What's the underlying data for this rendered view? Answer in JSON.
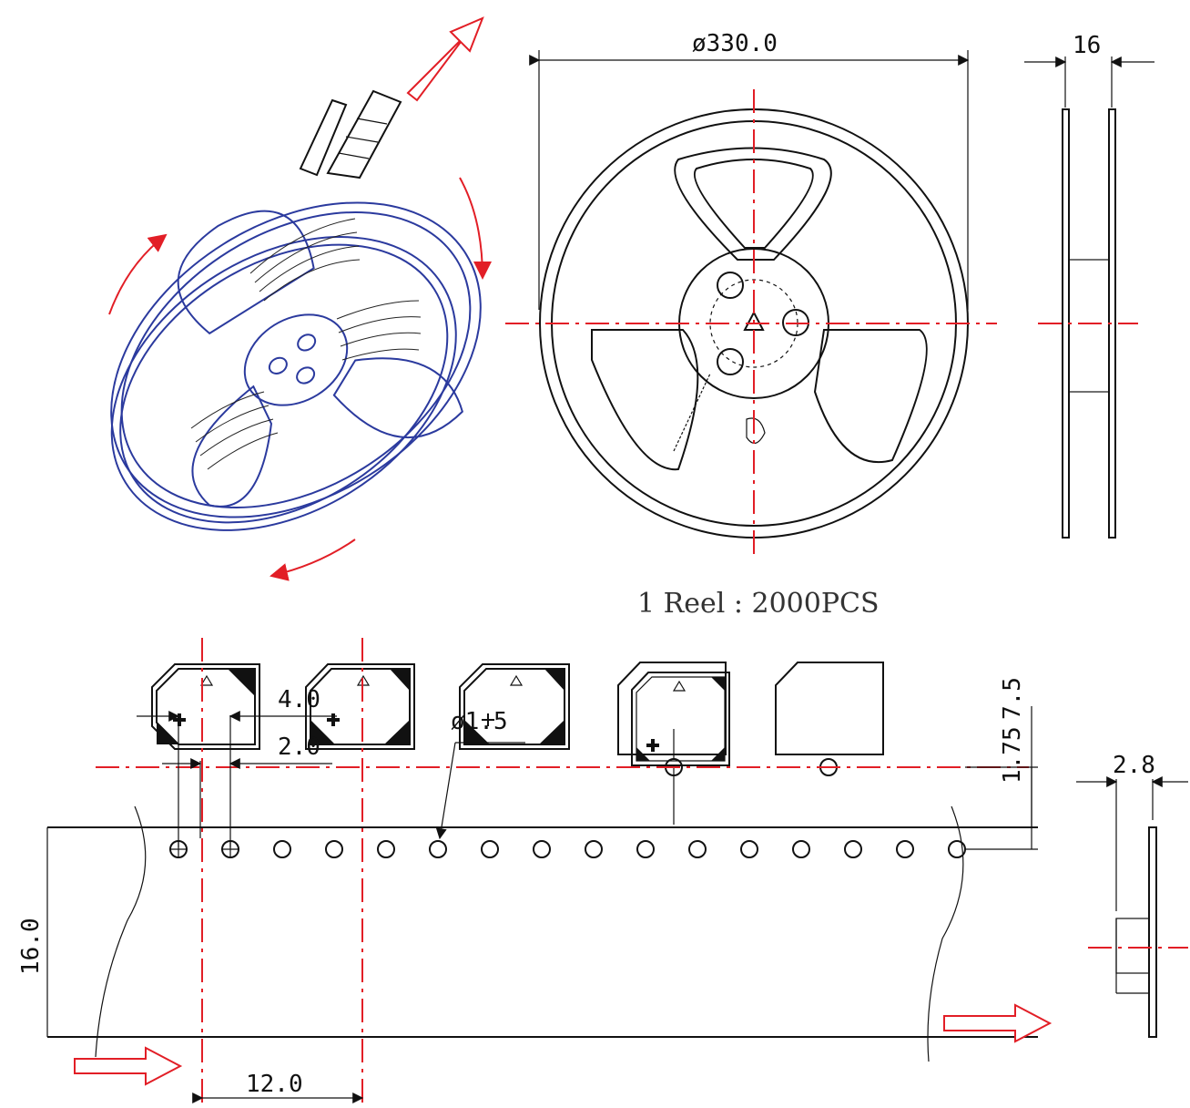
{
  "drawing": {
    "reel_front": {
      "diameter_label": "ø330.0"
    },
    "reel_side": {
      "width_label": "16"
    },
    "capacity_label": "1 Reel : 2000PCS",
    "tape": {
      "pitch_sprocket_label": "4.0",
      "half_pitch_label": "2.0",
      "hole_diameter_label": "ø1.5",
      "edge_to_hole_label": "1.75",
      "hole_to_center_label": "7.5",
      "tape_width_label": "16.0",
      "component_pitch_label": "12.0",
      "thickness_label": "2.8"
    },
    "colors": {
      "line": "#111111",
      "center_line": "#e21e26",
      "reel_3d": "#2b3a9e"
    }
  }
}
